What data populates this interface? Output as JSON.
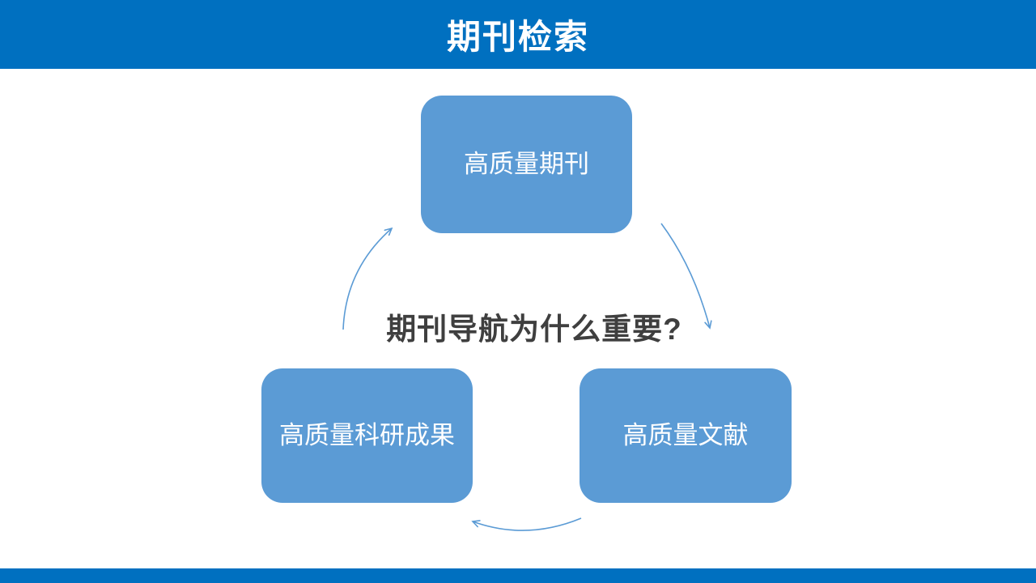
{
  "slide": {
    "title": "期刊检索",
    "center_question": "期刊导航为什么重要?",
    "boxes": [
      {
        "id": "top",
        "label": "高质量期刊"
      },
      {
        "id": "bottom-left",
        "label": "高质量科研成果"
      },
      {
        "id": "bottom-right",
        "label": "高质量文献"
      }
    ],
    "icons": {
      "arrow_left_up": "curved-arrow-pointing-up-right",
      "arrow_right_down": "curved-arrow-pointing-down",
      "arrow_bottom_left": "curved-arrow-pointing-left"
    },
    "colors": {
      "header_bg": "#0070C0",
      "footer_bg": "#0070C0",
      "box_bg": "#5B9BD5",
      "box_text": "#FFFFFF",
      "arrow_stroke": "#5B9BD5",
      "question_text": "#3F3F3F",
      "title_text": "#FFFFFF",
      "page_bg": "#FFFFFF"
    }
  }
}
